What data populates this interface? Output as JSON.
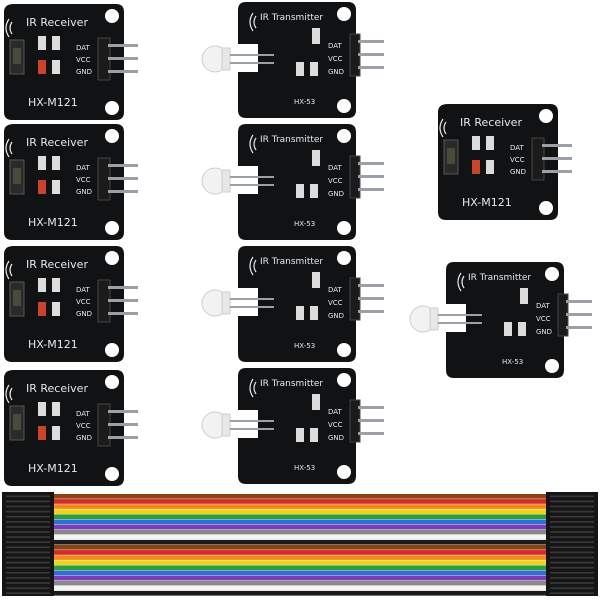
{
  "receiver": {
    "title": "IR Receiver",
    "model": "HX-M121",
    "pins": [
      "DAT",
      "VCC",
      "GND"
    ]
  },
  "transmitter": {
    "title": "IR Transmitter",
    "model": "HX-53",
    "pins": [
      "DAT",
      "VCC",
      "GND"
    ]
  },
  "colors": {
    "board": "#111214",
    "silkscreen": "#e8e8e8",
    "pin_metal": "#9aa0a6",
    "led_lens": "#f2f2f2",
    "red_component": "#c8442c",
    "header_black": "#1b1b1b"
  },
  "ribbon": {
    "wire_colors": [
      "#8b4513",
      "#d42a2a",
      "#f08a1d",
      "#f3d21e",
      "#2e9e3a",
      "#2f6fd6",
      "#7a3fb8",
      "#8a8a8a",
      "#f5f5f5",
      "#1b1b1b",
      "#8b4513",
      "#d42a2a",
      "#f08a1d",
      "#f3d21e",
      "#2e9e3a",
      "#2f6fd6",
      "#7a3fb8",
      "#8a8a8a",
      "#f5f5f5",
      "#1b1b1b"
    ]
  }
}
